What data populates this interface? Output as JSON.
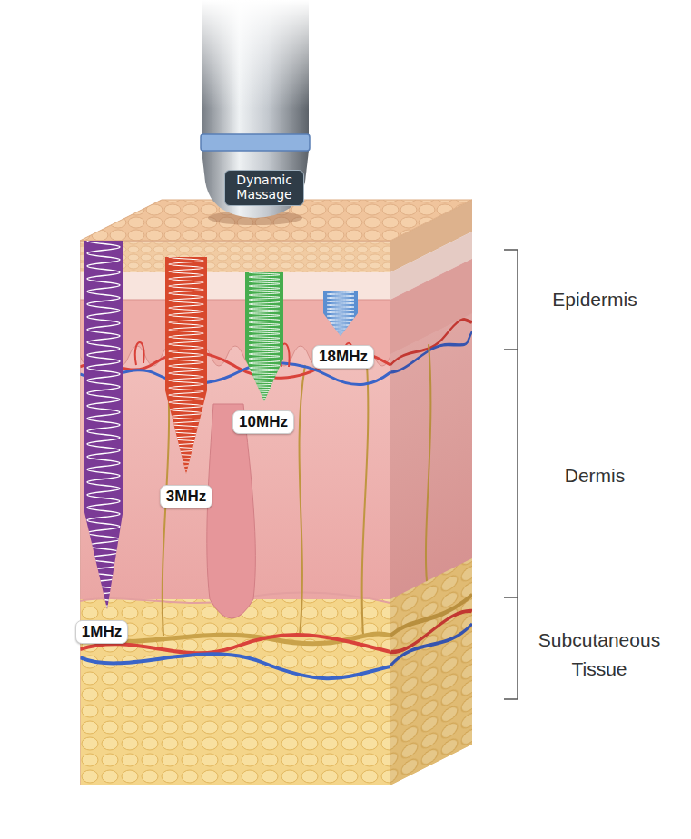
{
  "diagram": {
    "nodes": [
      {
        "text": [
          "Dynamic Massage"
        ]
      },
      {
        "text": [
          "18MHz"
        ]
      },
      {
        "text": [
          "10MHz"
        ]
      },
      {
        "text": [
          "3MHz"
        ]
      },
      {
        "text": [
          "1MHz"
        ]
      }
    ],
    "labels": [
      "Epidermis",
      "Dermis",
      "Subcutaneous Tissue"
    ]
  }
}
